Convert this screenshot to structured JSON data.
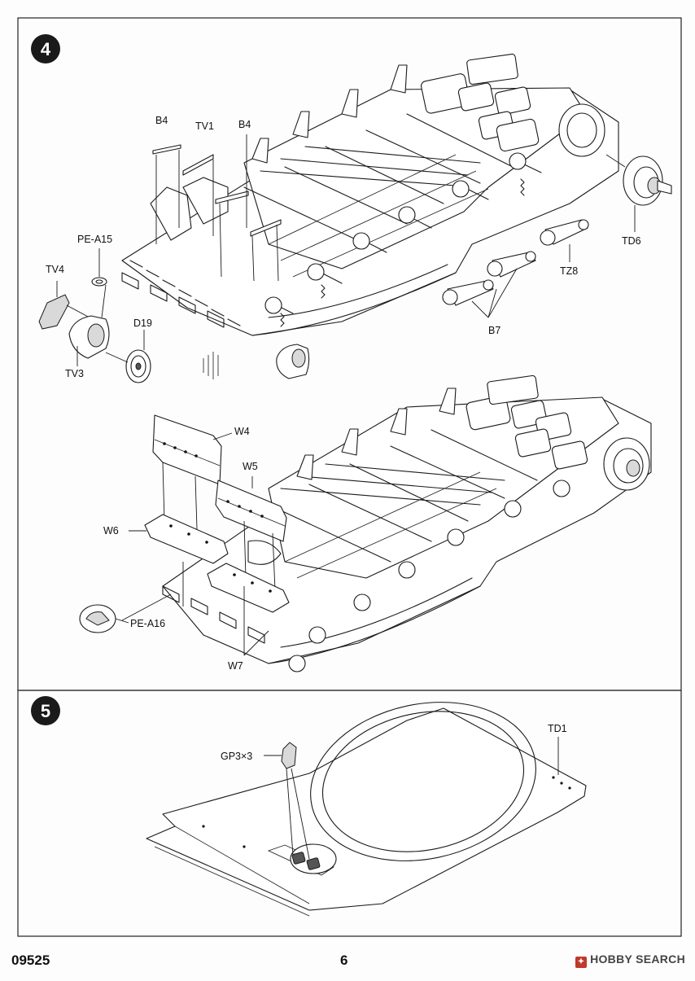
{
  "document": {
    "product_code": "09525",
    "page_number": "6",
    "watermark": "HOBBY SEARCH"
  },
  "steps": [
    {
      "number": "4",
      "parts": {
        "b4_left": "B4",
        "tv1": "TV1",
        "b4_right": "B4",
        "pe_a15": "PE-A15",
        "tv4": "TV4",
        "tv3": "TV3",
        "d19": "D19",
        "td6": "TD6",
        "tz8": "TZ8",
        "b7": "B7",
        "w4": "W4",
        "w5": "W5",
        "w6": "W6",
        "pe_a16": "PE-A16",
        "w7": "W7"
      }
    },
    {
      "number": "5",
      "parts": {
        "td1": "TD1",
        "gp3": "GP3×3"
      }
    }
  ]
}
